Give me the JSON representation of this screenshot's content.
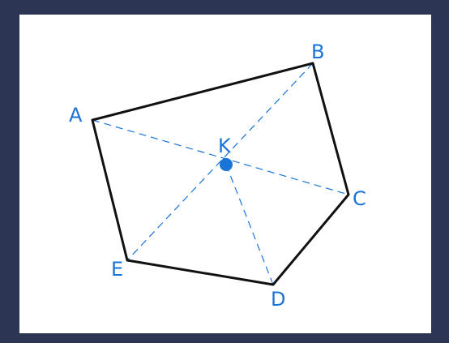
{
  "figure": {
    "point_labels": {
      "A": "A",
      "B": "B",
      "C": "C",
      "D": "D",
      "E": "E",
      "K": "K"
    }
  },
  "colors": {
    "frame": "#2c3554",
    "background": "#ffffff",
    "polygon_edge": "#111111",
    "accent": "#1a73d6"
  }
}
